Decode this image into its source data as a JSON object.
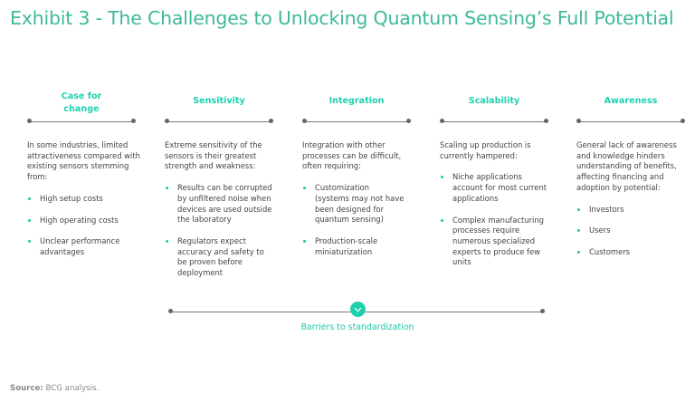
{
  "title": "Exhibit 3 - The Challenges to Unlocking Quantum Sensing’s Full Potential",
  "columns": [
    {
      "heading": "Case for change",
      "intro": "In some industries, limited attractiveness compared with existing sensors stemming from:",
      "bullets": [
        "High setup costs",
        "High operating costs",
        "Unclear performance advantages"
      ]
    },
    {
      "heading": "Sensitivity",
      "intro": "Extreme sensitivity of the sensors is their greatest strength and weakness:",
      "bullets": [
        "Results can be corrupted by unfiltered noise when devices are used outside the laboratory",
        "Regulators expect accuracy and safety to be proven before deployment"
      ]
    },
    {
      "heading": "Integration",
      "intro": "Integration with other processes can be difficult, often requiring:",
      "bullets": [
        "Customization (systems may not have been designed for quantum sensing)",
        "Production-scale miniaturization"
      ]
    },
    {
      "heading": "Scalability",
      "intro": "Scaling up production is currently hampered:",
      "bullets": [
        "Niche applications account for most current applications",
        "Complex manufacturing processes require numerous specialized experts to produce few units"
      ]
    },
    {
      "heading": "Awareness",
      "intro": "General lack of awareness and knowledge hinders understanding of benefits, affecting financing and adoption by potential:",
      "bullets": [
        "Investors",
        "Users",
        "Customers"
      ]
    }
  ],
  "bottom": {
    "label": "Barriers to standardization",
    "icon": "chevron-down-icon"
  },
  "source": {
    "label": "Source:",
    "text": " BCG analysis."
  },
  "colors": {
    "title": "#3eb99a",
    "accent": "#1fd1ad",
    "line": "#777777"
  }
}
